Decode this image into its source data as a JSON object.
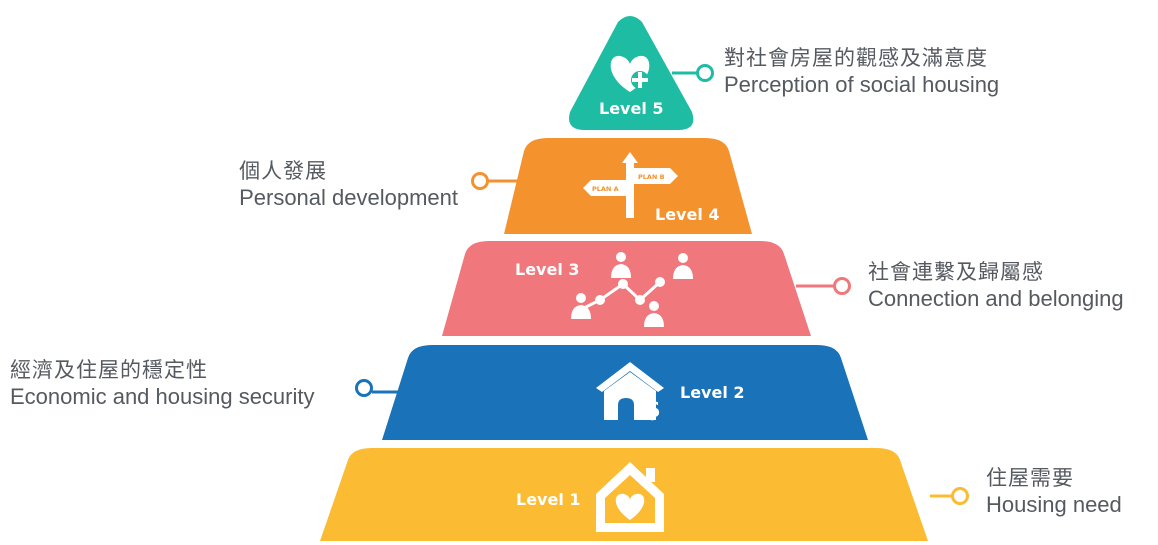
{
  "levels": [
    {
      "name": "Level 1",
      "color": "#fbbb32",
      "icon": "house-heart-icon",
      "zh": "住屋需要",
      "en": "Housing need"
    },
    {
      "name": "Level 2",
      "color": "#1a73b9",
      "icon": "house-dollar-icon",
      "zh": "經濟及住屋的穩定性",
      "en": "Economic and housing security"
    },
    {
      "name": "Level 3",
      "color": "#f0777b",
      "icon": "people-network-icon",
      "zh": "社會連繫及歸屬感",
      "en": "Connection and belonging"
    },
    {
      "name": "Level 4",
      "color": "#f4922e",
      "icon": "signpost-icon",
      "zh": "個人發展",
      "en": "Personal development",
      "sign_left": "PLAN A",
      "sign_right": "PLAN B"
    },
    {
      "name": "Level 5",
      "color": "#1fbca4",
      "icon": "heart-plus-icon",
      "zh": "對社會房屋的觀感及滿意度",
      "en": "Perception of social housing"
    }
  ]
}
